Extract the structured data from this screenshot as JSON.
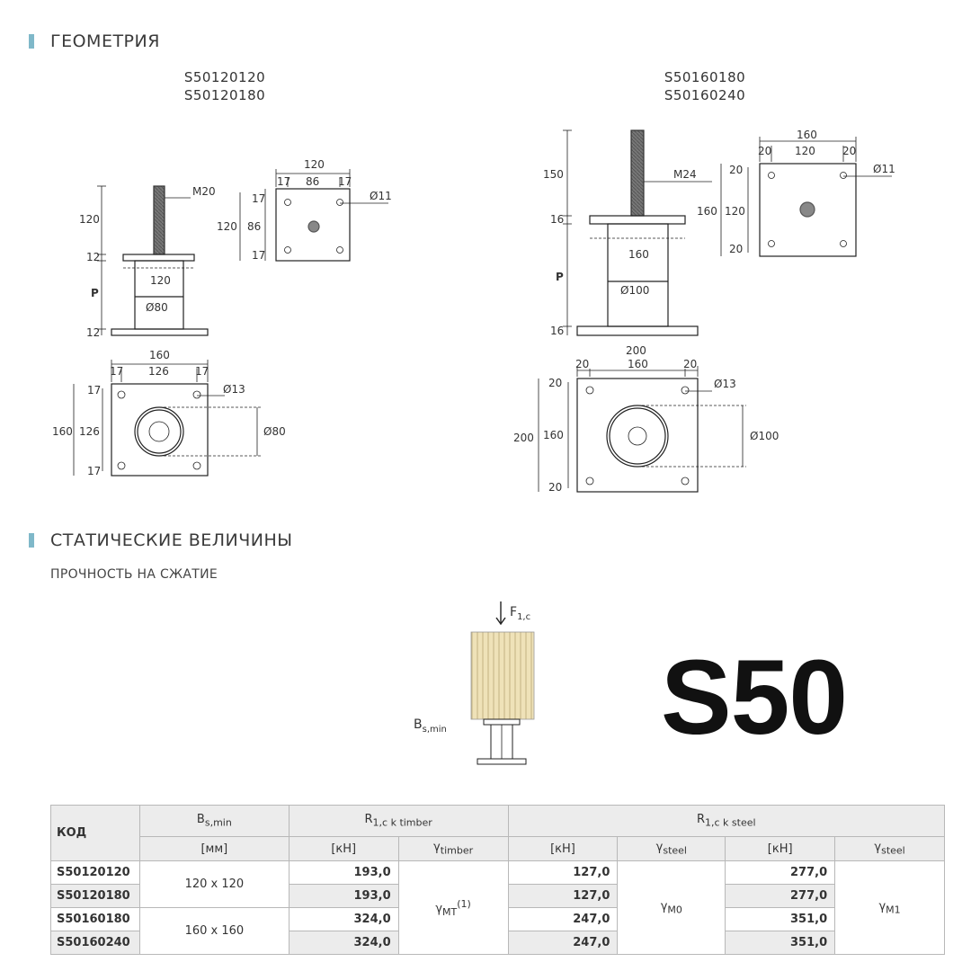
{
  "geometry": {
    "section_title": "ГЕОМЕТРИЯ",
    "left_models": [
      "S50120120",
      "S50120180"
    ],
    "right_models": [
      "S50160180",
      "S50160240"
    ],
    "left": {
      "side": {
        "h_top": "120",
        "h_plate": "12",
        "p": "P",
        "h_bottom": "12",
        "thread": "M20",
        "tube_w": "120",
        "tube_d": "Ø80"
      },
      "top_plate": {
        "total": "120",
        "edge1": "17",
        "mid": "86",
        "edge2": "17",
        "v_total": "120",
        "v_mid": "86",
        "v_edge1": "17",
        "v_edge2": "17",
        "hole": "Ø11"
      },
      "bottom_plate": {
        "total": "160",
        "edge1": "17",
        "mid": "126",
        "edge2": "17",
        "v_total": "160",
        "v_mid": "126",
        "v_edge1": "17",
        "v_edge2": "17",
        "hole": "Ø13",
        "tube": "Ø80"
      }
    },
    "right": {
      "side": {
        "h_top": "150",
        "h_plate": "16",
        "p": "P",
        "h_bottom": "16",
        "thread": "M24",
        "tube_w": "160",
        "tube_d": "Ø100"
      },
      "top_plate": {
        "total": "160",
        "edge1": "20",
        "mid": "120",
        "edge2": "20",
        "v_total": "160",
        "v_mid": "120",
        "v_edge1": "20",
        "v_edge2": "20",
        "hole": "Ø11"
      },
      "bottom_plate": {
        "total": "200",
        "edge1": "20",
        "mid": "160",
        "edge2": "20",
        "v_total": "200",
        "v_mid": "160",
        "v_edge1": "20",
        "v_edge2": "20",
        "hole": "Ø13",
        "tube": "Ø100"
      }
    }
  },
  "statics": {
    "section_title": "СТАТИЧЕСКИЕ ВЕЛИЧИНЫ",
    "subtitle": "ПРОЧНОСТЬ НА СЖАТИЕ",
    "force_label": "F",
    "force_sub": "1,c",
    "bs_label": "B",
    "bs_sub": "s,min",
    "product": "S50"
  },
  "table": {
    "h_code": "КОД",
    "h_bs": "B",
    "h_bs_sub": "s,min",
    "h_bs_unit": "[мм]",
    "h_r_timber": "R",
    "h_r_timber_sub": "1,c k timber",
    "h_r_steel": "R",
    "h_r_steel_sub": "1,c k steel",
    "unit_kn": "[кН]",
    "g_timber": "γ",
    "g_timber_sub": "timber",
    "g_steel": "γ",
    "g_steel_sub": "steel",
    "rows": [
      {
        "code": "S50120120",
        "timber": "193,0",
        "steel1": "127,0",
        "steel2": "277,0"
      },
      {
        "code": "S50120180",
        "timber": "193,0",
        "steel1": "127,0",
        "steel2": "277,0"
      },
      {
        "code": "S50160180",
        "timber": "324,0",
        "steel1": "247,0",
        "steel2": "351,0"
      },
      {
        "code": "S50160240",
        "timber": "324,0",
        "steel1": "247,0",
        "steel2": "351,0"
      }
    ],
    "bs_group1": "120 x 120",
    "bs_group2": "160 x 160",
    "gamma_mt": "γ",
    "gamma_mt_sub": "MT",
    "gamma_mt_sup": "(1)",
    "gamma_m0": "γ",
    "gamma_m0_sub": "M0",
    "gamma_m1": "γ",
    "gamma_m1_sub": "M1"
  }
}
